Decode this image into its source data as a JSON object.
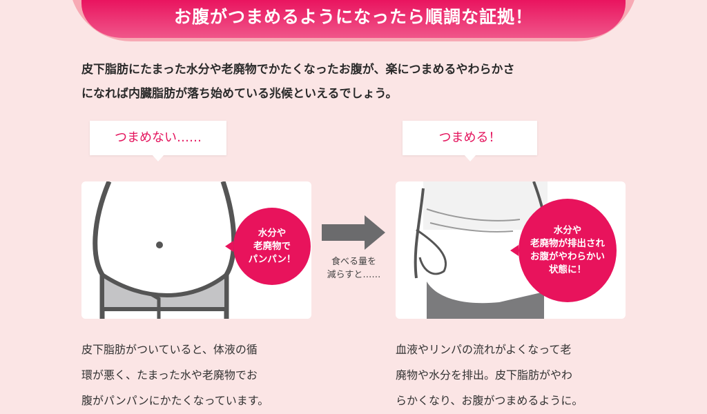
{
  "header": {
    "title": "お腹がつまめるようになったら順調な証拠！"
  },
  "intro": {
    "line1": "皮下脂肪にたまった水分や老廃物でかたくなったお腹が、楽につまめるやわらかさ",
    "line2": "になれば内臓脂肪が落ち始めている兆候といえるでしょう。"
  },
  "before": {
    "caption": "つまめない……",
    "bubble": [
      "水分や",
      "老廃物で",
      "パンパン！"
    ],
    "text": [
      "皮下脂肪がついていると、体液の循",
      "環が悪く、たまった水や老廃物でお",
      "腹がパンパンにかたくなっています。"
    ]
  },
  "transition": {
    "line1": "食べる量を",
    "line2": "減らすと……"
  },
  "after": {
    "caption": "つまめる！",
    "bubble": [
      "水分や",
      "老廃物が排出され",
      "お腹がやわらかい",
      "状態に！"
    ],
    "text": [
      "血液やリンパの流れがよくなって老",
      "廃物や水分を排出。皮下脂肪がやわ",
      "らかくなり、お腹がつまめるように。"
    ]
  },
  "colors": {
    "accent": "#e8135c",
    "background": "#fbe5e5"
  }
}
